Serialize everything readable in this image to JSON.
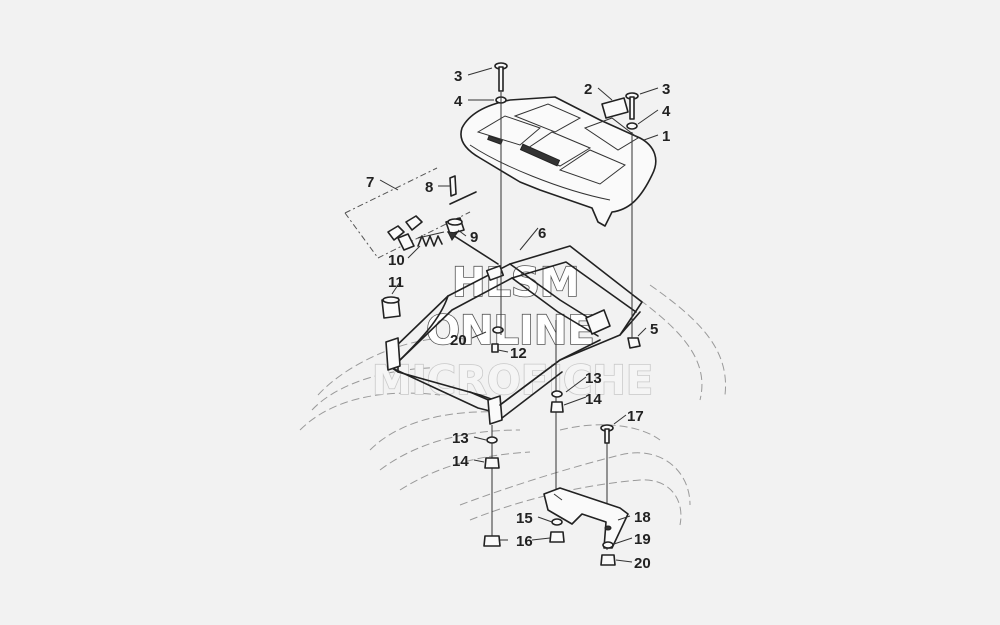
{
  "diagram": {
    "watermark": [
      "HLSM",
      "ONLINE",
      "MICROFICHE"
    ],
    "callouts": [
      "3",
      "4",
      "2",
      "3",
      "4",
      "1",
      "7",
      "8",
      "9",
      "6",
      "10",
      "11",
      "5",
      "20",
      "12",
      "13",
      "14",
      "17",
      "13",
      "14",
      "15",
      "16",
      "18",
      "19",
      "20"
    ]
  }
}
